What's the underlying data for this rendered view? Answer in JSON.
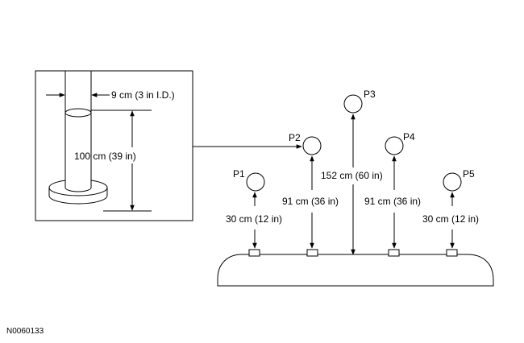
{
  "detail": {
    "inner_diameter_label": "9 cm (3 in I.D.)",
    "height_label": "100 cm (39 in)"
  },
  "positions": {
    "p1": {
      "label": "P1",
      "height_label": "30 cm (12 in)"
    },
    "p2": {
      "label": "P2",
      "height_label": "91 cm (36 in)"
    },
    "p3": {
      "label": "P3",
      "height_label": "152 cm (60 in)"
    },
    "p4": {
      "label": "P4",
      "height_label": "91 cm (36 in)"
    },
    "p5": {
      "label": "P5",
      "height_label": "30 cm (12 in)"
    }
  },
  "figure_id": "N0060133",
  "colors": {
    "line": "#000000",
    "background": "#ffffff"
  }
}
